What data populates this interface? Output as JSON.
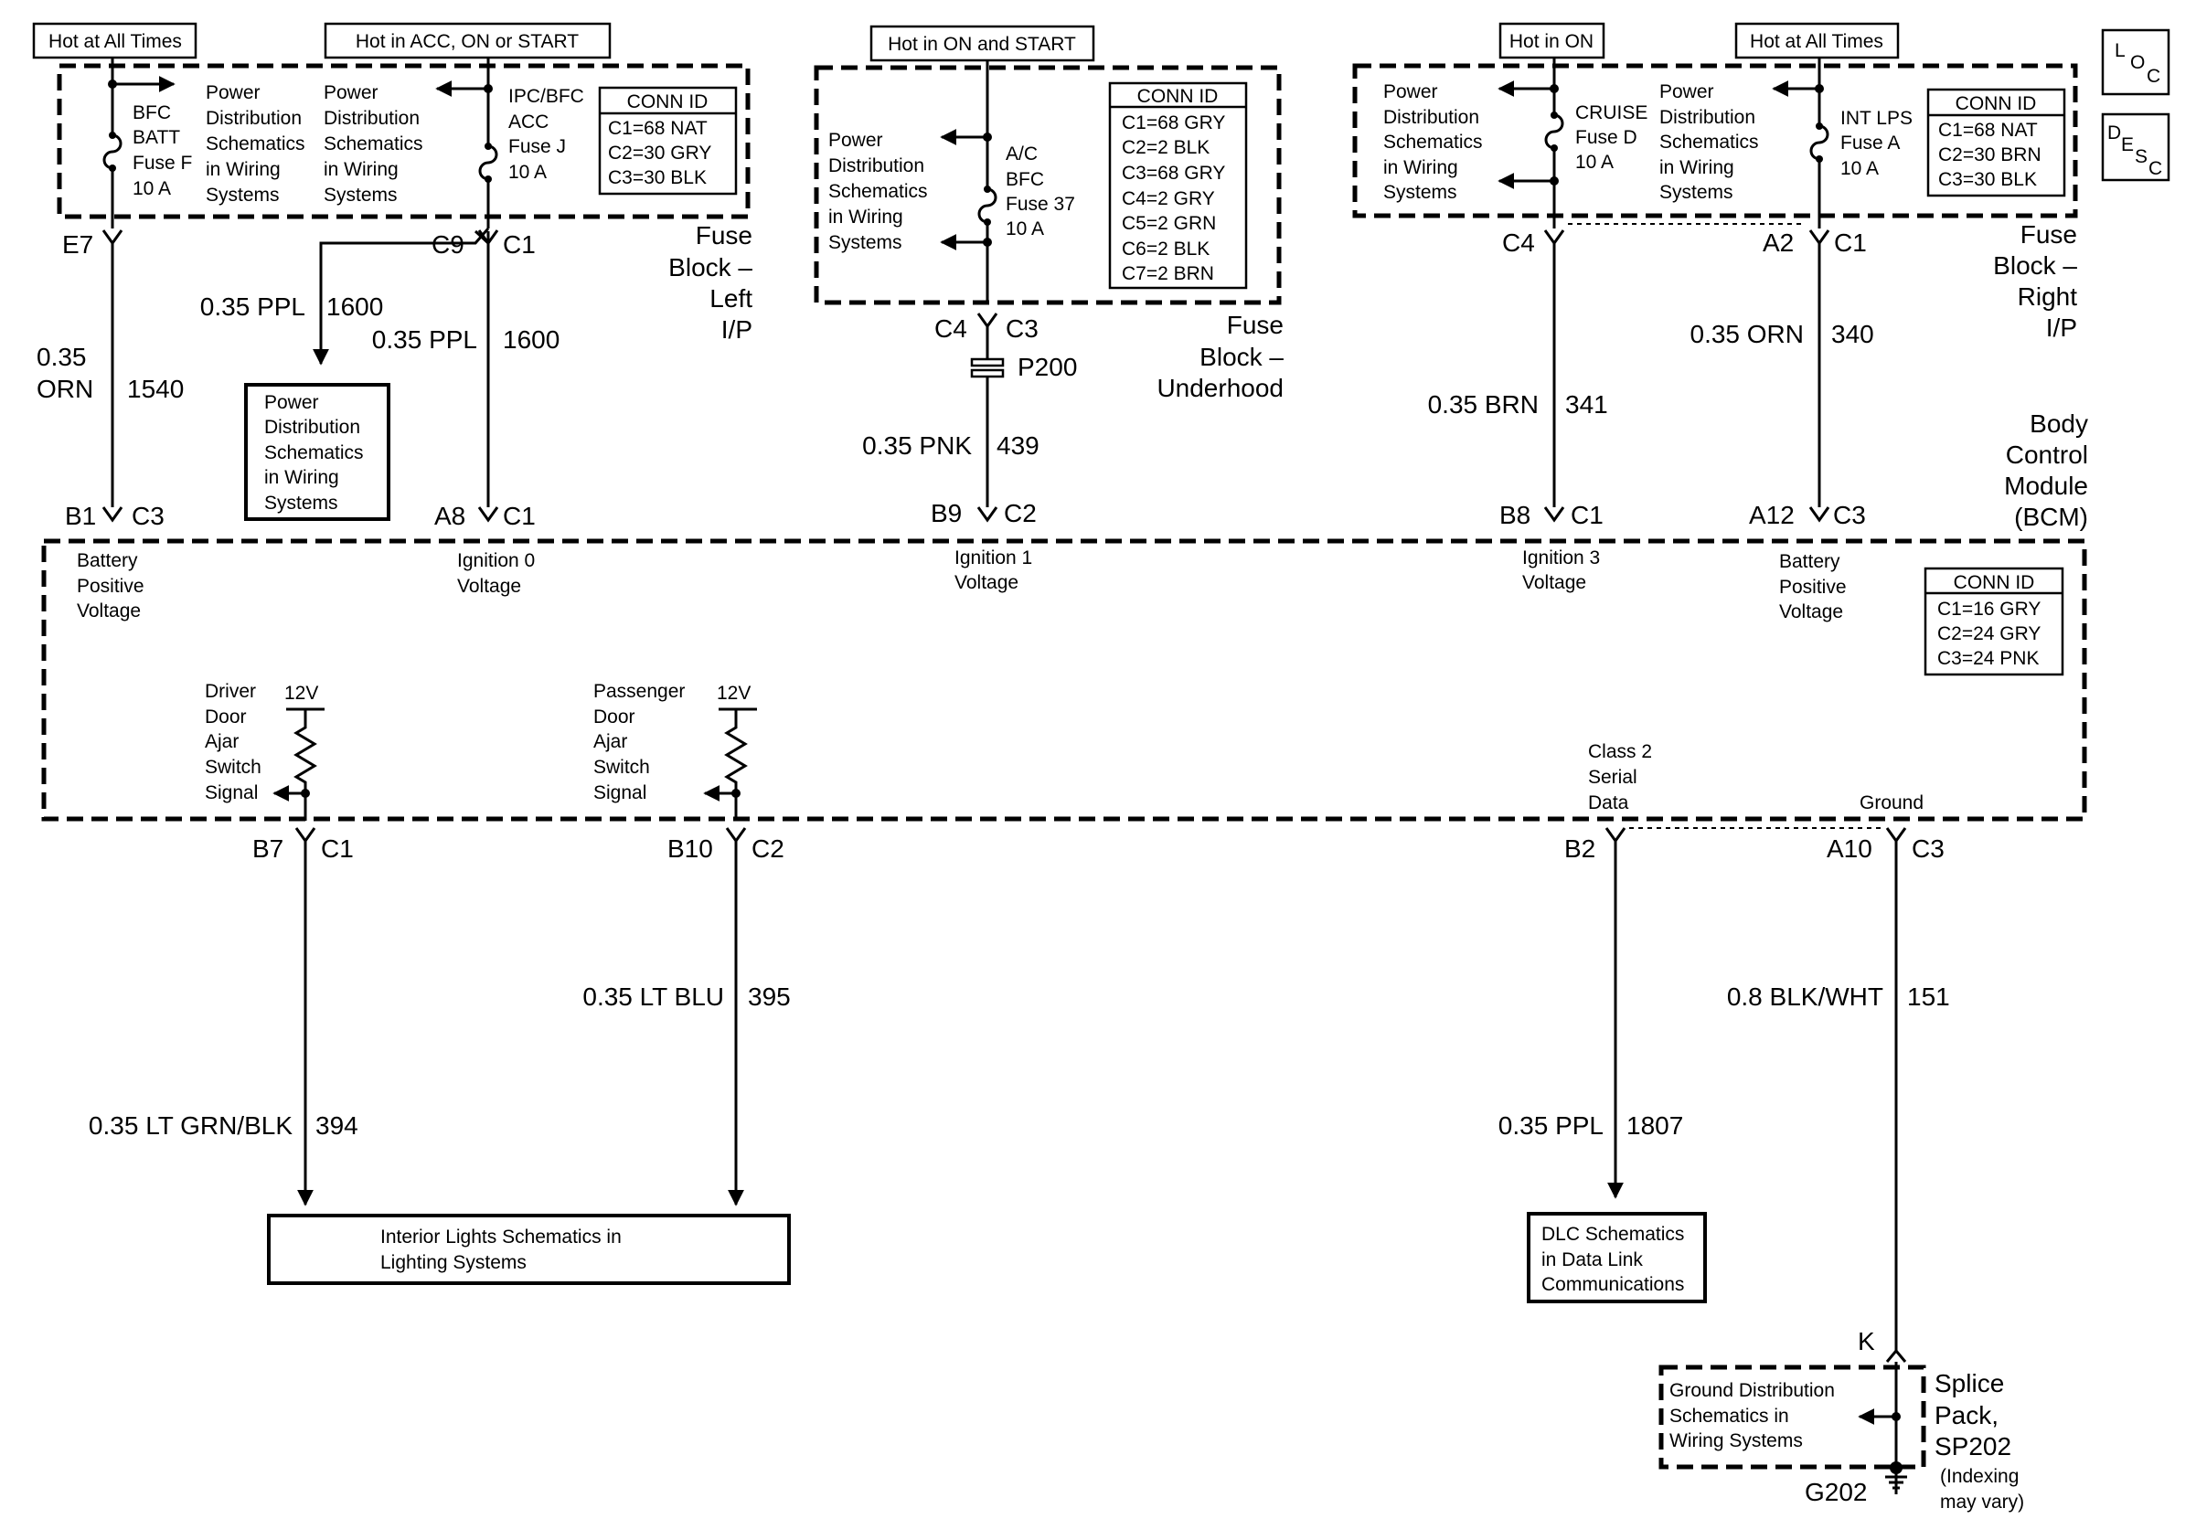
{
  "headers": {
    "hot_all_times_left": "Hot at All Times",
    "hot_acc_on_start": "Hot in ACC, ON or START",
    "hot_on_start": "Hot in ON and START",
    "hot_on": "Hot in ON",
    "hot_all_times_right": "Hot at All Times"
  },
  "loc_desc": {
    "loc": [
      "L",
      "O",
      "C"
    ],
    "desc": [
      "D",
      "E",
      "S",
      "C"
    ]
  },
  "left_fuse_block": {
    "name": [
      "Fuse",
      "Block –",
      "Left",
      "I/P"
    ],
    "fuse_f": [
      "BFC",
      "BATT",
      "Fuse F",
      "10 A"
    ],
    "pd1": [
      "Power",
      "Distribution",
      "Schematics",
      "in Wiring",
      "Systems"
    ],
    "pd2": [
      "Power",
      "Distribution",
      "Schematics",
      "in Wiring",
      "Systems"
    ],
    "fuse_j": [
      "IPC/BFC",
      "ACC",
      "Fuse J",
      "10 A"
    ],
    "conn": [
      "CONN ID",
      "C1=68 NAT",
      "C2=30 GRY",
      "C3=30 BLK"
    ],
    "pins": {
      "e7": "E7",
      "c9": "C9",
      "c1": "C1"
    }
  },
  "underhood_fuse_block": {
    "name": [
      "Fuse",
      "Block –",
      "Underhood"
    ],
    "pd": [
      "Power",
      "Distribution",
      "Schematics",
      "in Wiring",
      "Systems"
    ],
    "fuse": [
      "A/C",
      "BFC",
      "Fuse 37",
      "10 A"
    ],
    "conn": [
      "CONN ID",
      "C1=68 GRY",
      "C2=2 BLK",
      "C3=68 GRY",
      "C4=2 GRY",
      "C5=2 GRN",
      "C6=2 BLK",
      "C7=2 BRN"
    ],
    "pins": {
      "c4": "C4",
      "c3": "C3"
    },
    "splice": "P200"
  },
  "right_fuse_block": {
    "name": [
      "Fuse",
      "Block –",
      "Right",
      "I/P"
    ],
    "pd1": [
      "Power",
      "Distribution",
      "Schematics",
      "in Wiring",
      "Systems"
    ],
    "fuse_d": [
      "CRUISE",
      "Fuse D",
      "10 A"
    ],
    "pd2": [
      "Power",
      "Distribution",
      "Schematics",
      "in Wiring",
      "Systems"
    ],
    "fuse_a": [
      "INT LPS",
      "Fuse A",
      "10 A"
    ],
    "conn": [
      "CONN ID",
      "C1=68 NAT",
      "C2=30 BRN",
      "C3=30 BLK"
    ],
    "pins": {
      "c4": "C4",
      "a2": "A2",
      "c1": "C1"
    }
  },
  "wires": {
    "w1540": {
      "gauge": [
        "0.35",
        "ORN"
      ],
      "circuit": "1540"
    },
    "w1600a": {
      "label": "0.35 PPL",
      "circuit": "1600"
    },
    "w1600b": {
      "label": "0.35 PPL",
      "circuit": "1600"
    },
    "w439": {
      "label": "0.35 PNK",
      "circuit": "439"
    },
    "w341": {
      "label": "0.35 BRN",
      "circuit": "341"
    },
    "w340": {
      "label": "0.35 ORN",
      "circuit": "340"
    },
    "w394": {
      "label": "0.35 LT GRN/BLK",
      "circuit": "394"
    },
    "w395": {
      "label": "0.35 LT BLU",
      "circuit": "395"
    },
    "w1807": {
      "label": "0.35 PPL",
      "circuit": "1807"
    },
    "w151": {
      "label": "0.8 BLK/WHT",
      "circuit": "151"
    }
  },
  "pd_box_left": [
    "Power",
    "Distribution",
    "Schematics",
    "in Wiring",
    "Systems"
  ],
  "bcm": {
    "name": [
      "Body",
      "Control",
      "Module",
      "(BCM)"
    ],
    "conn": [
      "CONN ID",
      "C1=16 GRY",
      "C2=24 GRY",
      "C3=24 PNK"
    ],
    "top_pins": {
      "b1": "B1",
      "b1c": "C3",
      "a8": "A8",
      "a8c": "C1",
      "b9": "B9",
      "b9c": "C2",
      "b8": "B8",
      "b8c": "C1",
      "a12": "A12",
      "a12c": "C3"
    },
    "bottom_pins": {
      "b7": "B7",
      "b7c": "C1",
      "b10": "B10",
      "b10c": "C2",
      "b2": "B2",
      "a10": "A10",
      "a10c": "C3"
    },
    "inputs": {
      "bat1": [
        "Battery",
        "Positive",
        "Voltage"
      ],
      "ign0": [
        "Ignition 0",
        "Voltage"
      ],
      "ign1": [
        "Ignition 1",
        "Voltage"
      ],
      "ign3": [
        "Ignition 3",
        "Voltage"
      ],
      "bat2": [
        "Battery",
        "Positive",
        "Voltage"
      ],
      "driver": [
        "Driver",
        "Door",
        "Ajar",
        "Switch",
        "Signal"
      ],
      "passenger": [
        "Passenger",
        "Door",
        "Ajar",
        "Switch",
        "Signal"
      ],
      "v12a": "12V",
      "v12b": "12V",
      "class2": [
        "Class 2",
        "Serial",
        "Data"
      ],
      "ground": "Ground"
    }
  },
  "interior_box": [
    "Interior Lights Schematics in",
    "Lighting Systems"
  ],
  "dlc_box": [
    "DLC Schematics",
    "in Data Link",
    "Communications"
  ],
  "splice_pack": {
    "pin_k": "K",
    "gd": [
      "Ground Distribution",
      "Schematics in",
      "Wiring Systems"
    ],
    "name": [
      "Splice",
      "Pack,",
      "SP202"
    ],
    "note": [
      "(Indexing",
      "may vary)"
    ],
    "ground_id": "G202"
  }
}
